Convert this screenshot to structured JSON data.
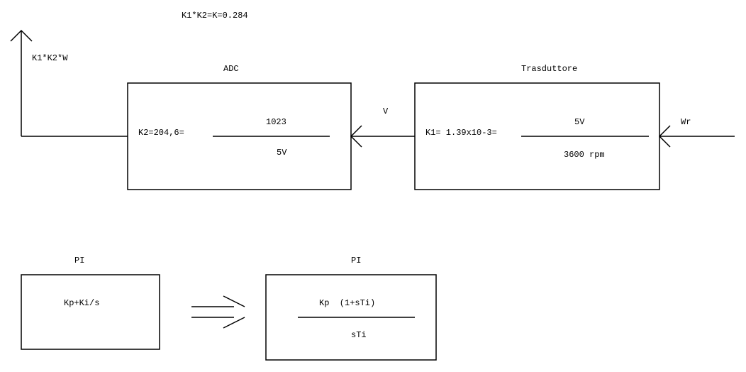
{
  "diagram": {
    "header_formula": "K1*K2=K=0.284",
    "output_label": "K1*K2*W",
    "adc": {
      "title": "ADC",
      "gain_label": "K2=204,6=",
      "numerator": "1023",
      "denominator": "5V"
    },
    "signal_v_label": "V",
    "transducer": {
      "title": "Trasduttore",
      "gain_label": "K1= 1.39x10-3=",
      "numerator": "5V",
      "denominator": "3600 rpm"
    },
    "input_label": "Wr",
    "pi_left": {
      "title": "PI",
      "expression": "Kp+Ki/s"
    },
    "pi_right": {
      "title": "PI",
      "numerator": "Kp  (1+sTi)",
      "denominator": "sTi"
    }
  }
}
